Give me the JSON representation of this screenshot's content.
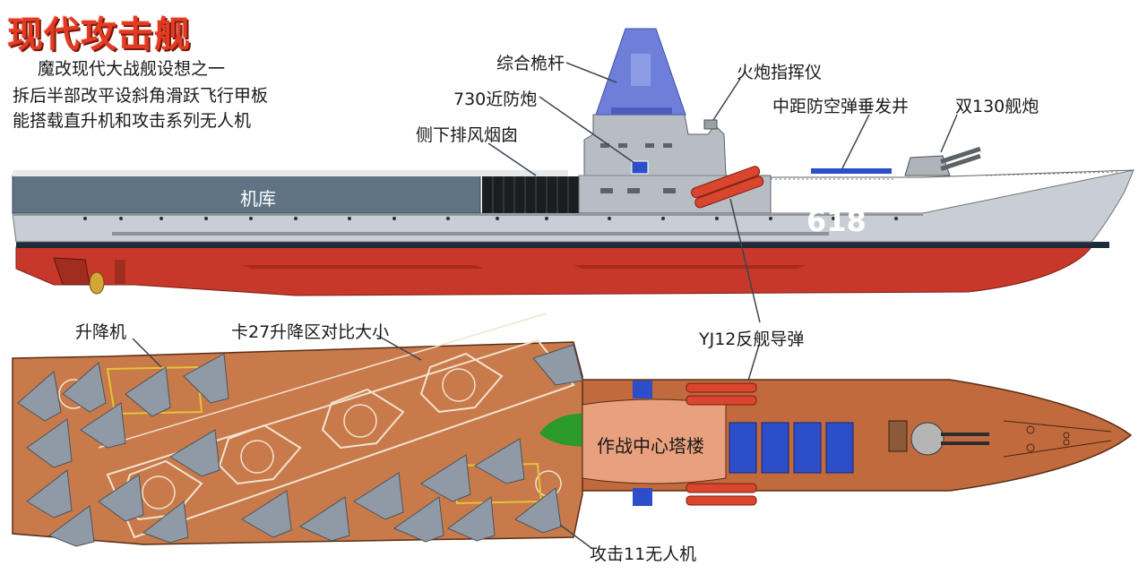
{
  "title": "现代攻击舰",
  "subtitle_lines": [
    "魔改现代大战舰设想之一",
    "拆后半部改平设斜角滑跃飞行甲板",
    "能搭载直升机和攻击系列无人机"
  ],
  "labels": {
    "mast": "综合桅杆",
    "gun_director": "火炮指挥仪",
    "ciws": "730近防炮",
    "vls": "中距防空弹垂发井",
    "main_gun": "双130舰炮",
    "exhaust": "侧下排风烟囱",
    "hangar": "机库",
    "hull_number": "618",
    "elevator": "升降机",
    "ka27_area": "卡27升降区对比大小",
    "missile": "YJ12反舰导弹",
    "cic_tower": "作战中心塔楼",
    "drones": "攻击11无人机"
  },
  "colors": {
    "title_red": "#e23b22",
    "hull_grey": "#c9ced4",
    "hull_red": "#c8382a",
    "hangar_blue": "#5f7385",
    "deck_orange": "#c97a4a",
    "bow_orange": "#c06a3e",
    "drone_grey": "#8f9aa6",
    "missile_red": "#d9452d",
    "vls_blue": "#2c4ec9",
    "mast_blue": "#6f7fd9"
  }
}
